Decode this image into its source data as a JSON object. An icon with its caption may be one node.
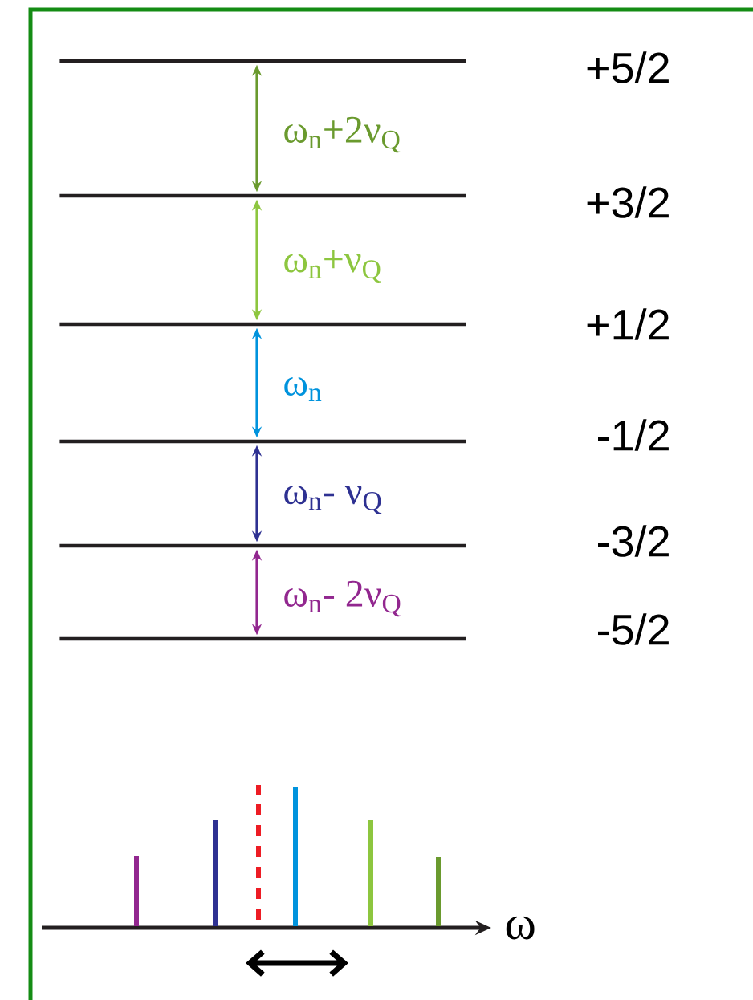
{
  "diagram": {
    "nodes": [
      {
        "text": [
          "+5/2"
        ]
      },
      {
        "text": [
          "+3/2"
        ]
      },
      {
        "text": [
          "+1/2"
        ]
      },
      {
        "text": [
          "-1/2"
        ]
      },
      {
        "text": [
          "-3/2"
        ]
      },
      {
        "text": [
          "-5/2"
        ]
      }
    ],
    "edges": [
      {
        "from": 0,
        "to": 1,
        "arrow": "both",
        "label": "ω$_{n}$+2ν$_{Q}$",
        "color": "#6a9a2e"
      },
      {
        "from": 1,
        "to": 2,
        "arrow": "both",
        "label": "ω$_{n}$+ν$_{Q}$",
        "color": "#8dc63f"
      },
      {
        "from": 2,
        "to": 3,
        "arrow": "both",
        "label": "ω$_{n}$",
        "color": "#0093dd"
      },
      {
        "from": 3,
        "to": 4,
        "arrow": "both",
        "label": "ω$_{n}$- ν$_{Q}$",
        "color": "#2e3192"
      },
      {
        "from": 4,
        "to": 5,
        "arrow": "both",
        "label": "ω$_{n}$- 2ν$_{Q}$",
        "color": "#92278f"
      }
    ],
    "labels": [
      "ω"
    ]
  }
}
